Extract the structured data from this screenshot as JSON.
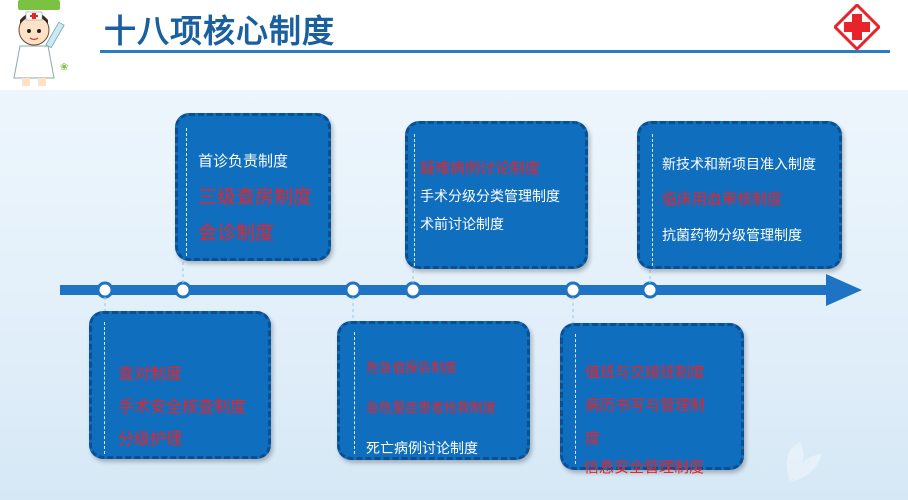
{
  "header": {
    "title": "十八项核心制度"
  },
  "cards": {
    "top1": [
      "首诊负责制度",
      "三级查房制度",
      "会诊制度"
    ],
    "top2": [
      "疑难病例讨论制度",
      "手术分级分类管理制度",
      "术前讨论制度"
    ],
    "top3": [
      "新技术和新项目准入制度",
      "临床用血审核制度",
      "抗菌药物分级管理制度"
    ],
    "bottom1": [
      "查对制度",
      "手术安全核查制度",
      "分级护理"
    ],
    "bottom2": [
      "危急值报告制度",
      "急危重症患者抢救制度",
      "死亡病例讨论制度"
    ],
    "bottom3": [
      "值班与交接班制度",
      "病历书写与管理制",
      "度",
      "信息安全管理制度"
    ]
  },
  "colors": {
    "title": "#1a5f9e",
    "card_fill": "#0f6ebd",
    "timeline": "#1e73c4",
    "highlight": "#e8232a"
  },
  "icons": {
    "nurse": "nurse-mascot-icon",
    "hospital": "red-cross-icon"
  }
}
